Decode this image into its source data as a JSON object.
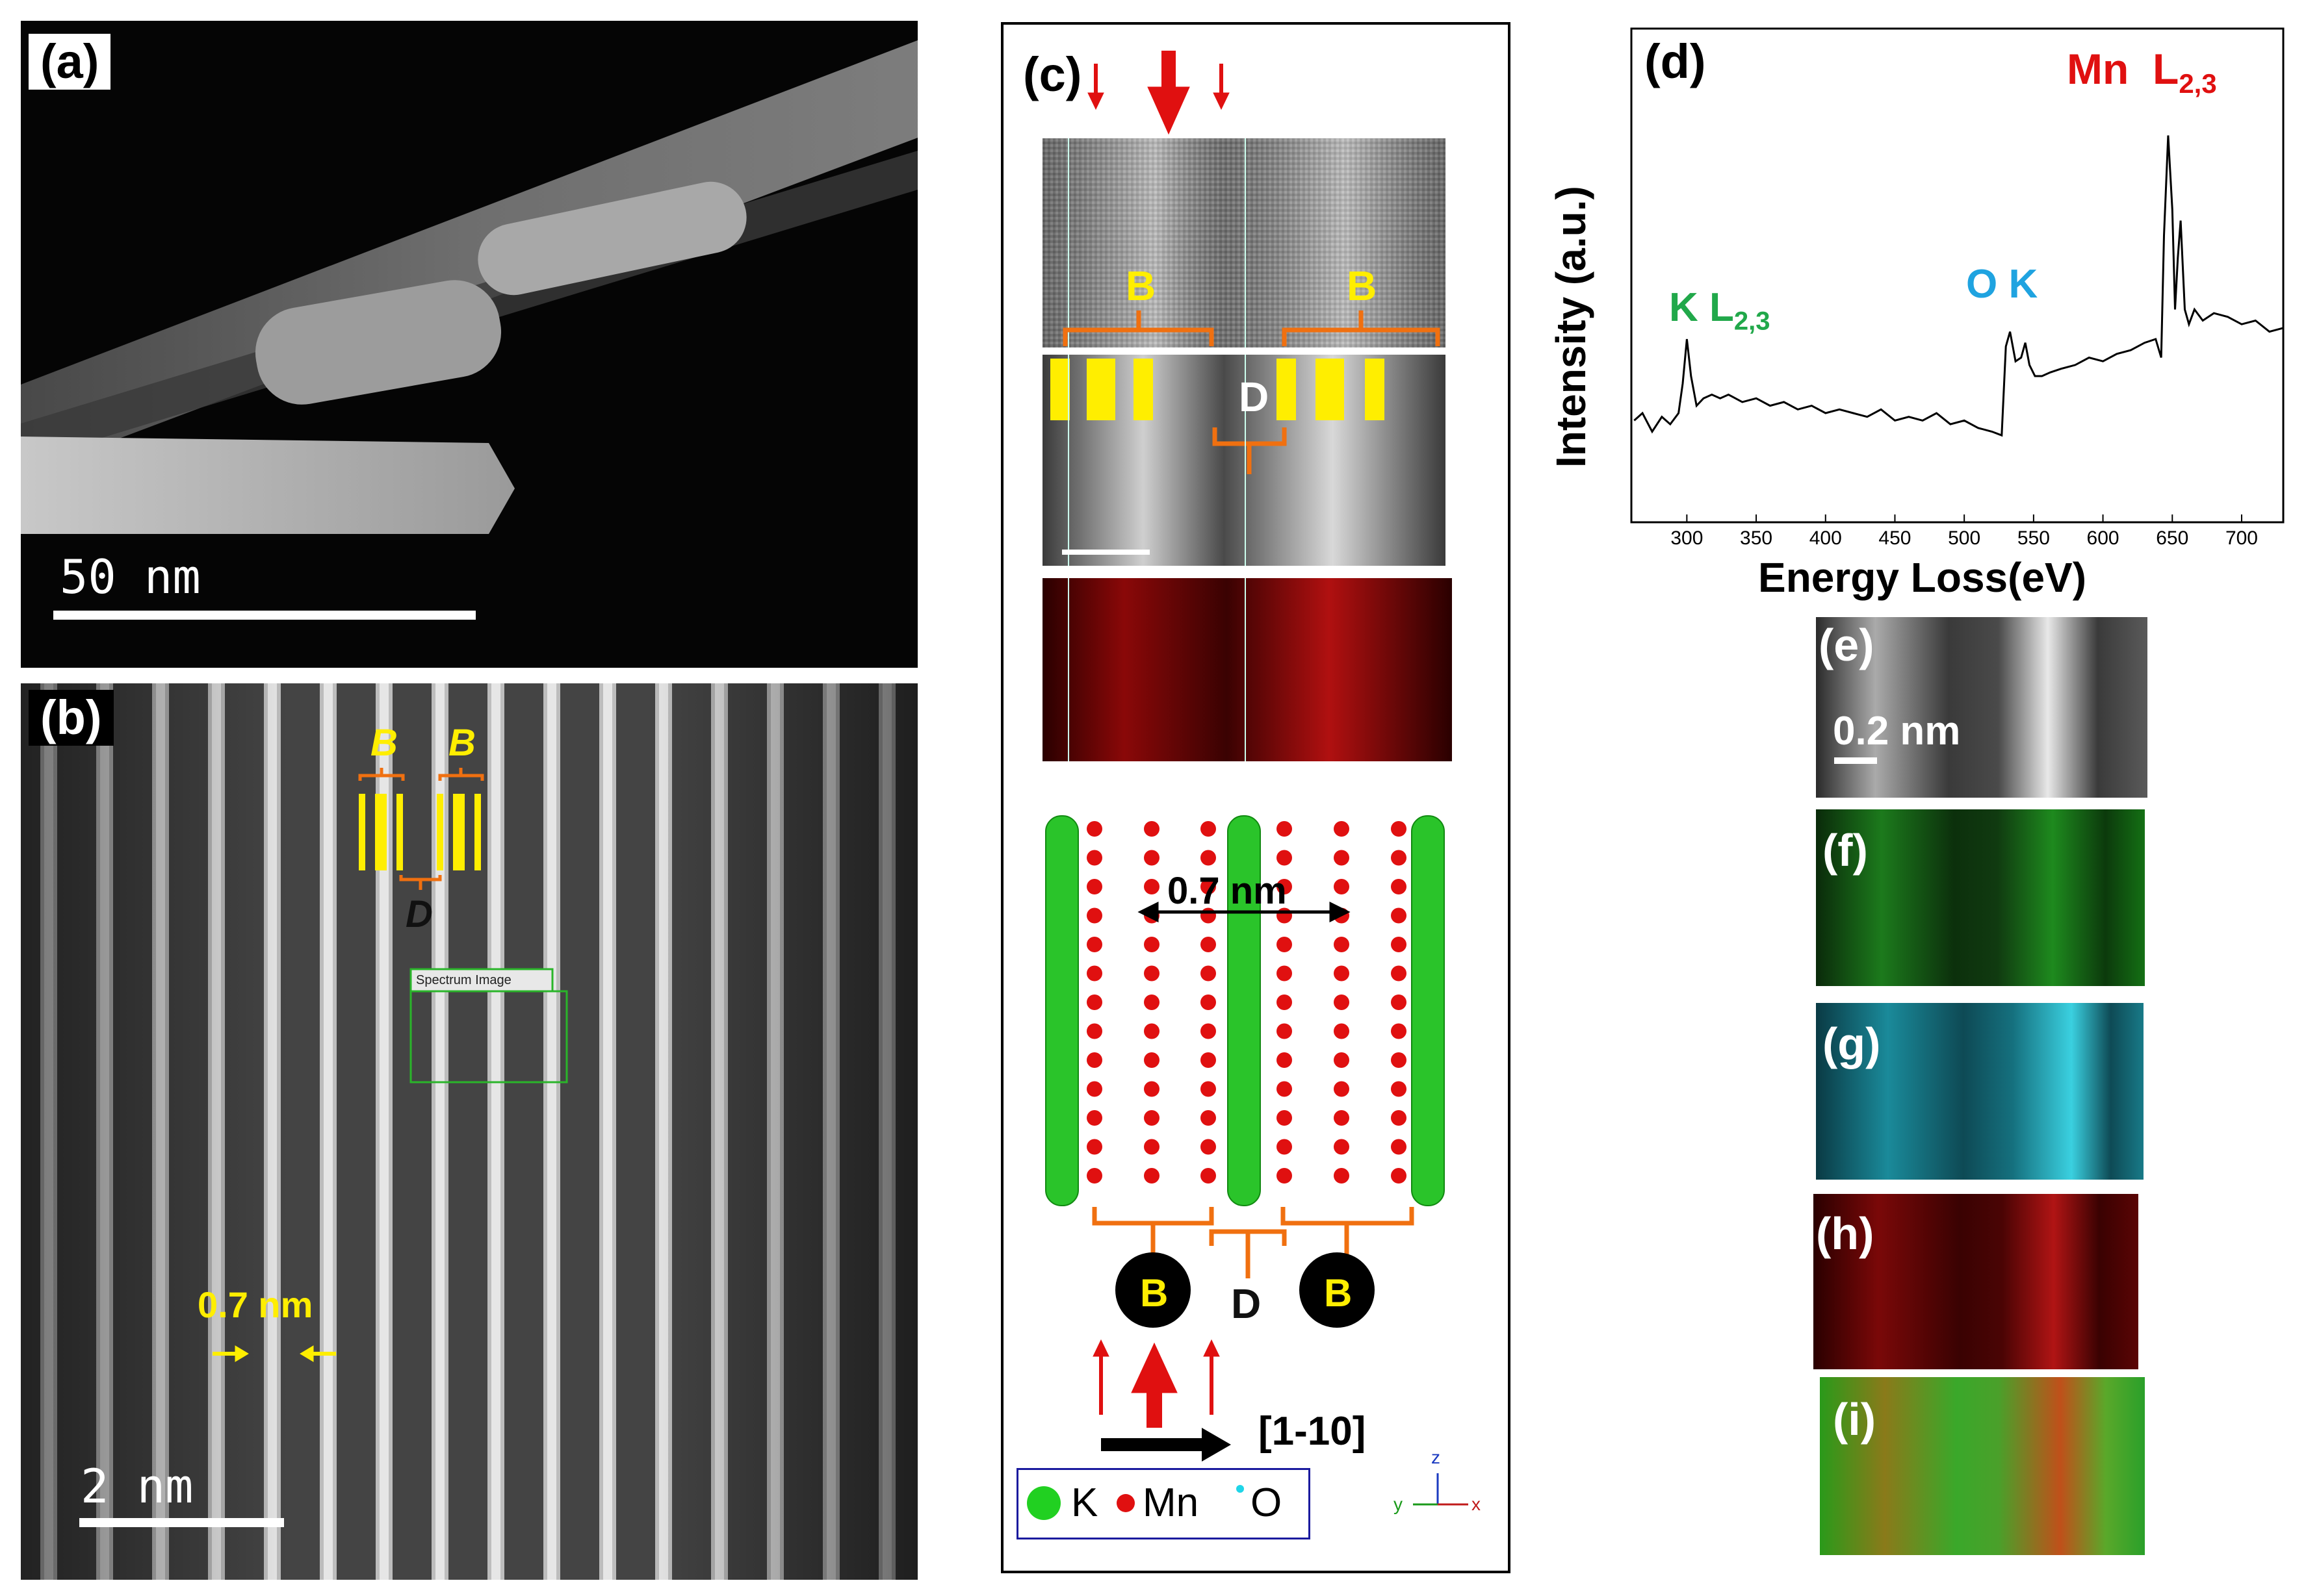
{
  "panels": {
    "a": {
      "label": "(a)",
      "scale_text": "50 nm"
    },
    "b": {
      "label": "(b)",
      "scale_text": "2 nm",
      "spacing_label": "0.7 nm",
      "b_labels": [
        "B",
        "B"
      ],
      "d_label": "D",
      "spectrum_image_label": "Spectrum Image"
    },
    "c": {
      "label": "(c)",
      "b_labels": [
        "B",
        "B"
      ],
      "d_label": "D",
      "spacing_label": "0.7 nm",
      "bottom_b_labels": [
        "B",
        "B"
      ],
      "bottom_d_label": "D",
      "direction_label": "[1-10]",
      "legend": {
        "k": "K",
        "mn": "Mn",
        "o": "O"
      },
      "axes": {
        "z": "z",
        "y": "y",
        "x": "x"
      }
    },
    "d": {
      "label": "(d)"
    },
    "e": {
      "label": "(e)",
      "scale_text": "0.2 nm"
    },
    "f": {
      "label": "(f)"
    },
    "g": {
      "label": "(g)"
    },
    "h": {
      "label": "(h)"
    },
    "i": {
      "label": "(i)"
    }
  },
  "colors": {
    "k": "#21b521",
    "mn": "#e01010",
    "o": "#1fb6e8",
    "yellow": "#ffee00",
    "orange": "#f07010"
  },
  "chart_data": {
    "type": "line",
    "title": "",
    "xlabel": "Energy Loss(eV)",
    "ylabel": "Intensity (a.u.)",
    "xlim": [
      260,
      730
    ],
    "ylim": [
      0,
      1
    ],
    "xticks": [
      300,
      350,
      400,
      450,
      500,
      550,
      600,
      650,
      700
    ],
    "annotations": [
      {
        "text": "K",
        "sub": "L",
        "subscript": "2,3",
        "color": "#21a84a",
        "x": 300
      },
      {
        "text": "O K",
        "color": "#1fa3e0",
        "x": 540
      },
      {
        "text": "Mn",
        "sub": "L",
        "subscript": "2,3",
        "color": "#e01010",
        "x": 655
      }
    ],
    "series": [
      {
        "x": [
          262,
          268,
          275,
          282,
          288,
          294,
          297,
          300,
          303,
          307,
          312,
          318,
          324,
          330,
          340,
          350,
          360,
          370,
          380,
          390,
          400,
          410,
          420,
          430,
          440,
          450,
          460,
          470,
          480,
          490,
          500,
          510,
          520,
          527,
          530,
          533,
          537,
          541,
          544,
          547,
          551,
          556,
          562,
          570,
          580,
          590,
          600,
          610,
          620,
          630,
          638,
          642,
          644,
          647,
          650,
          652,
          654,
          656,
          659,
          662,
          666,
          672,
          680,
          690,
          700,
          710,
          720,
          730
        ],
        "y": [
          0.18,
          0.2,
          0.15,
          0.19,
          0.17,
          0.2,
          0.28,
          0.4,
          0.3,
          0.22,
          0.24,
          0.25,
          0.24,
          0.25,
          0.23,
          0.24,
          0.22,
          0.23,
          0.21,
          0.22,
          0.2,
          0.21,
          0.2,
          0.19,
          0.21,
          0.18,
          0.19,
          0.18,
          0.2,
          0.17,
          0.18,
          0.16,
          0.15,
          0.14,
          0.38,
          0.42,
          0.34,
          0.35,
          0.39,
          0.33,
          0.3,
          0.3,
          0.31,
          0.32,
          0.33,
          0.35,
          0.34,
          0.36,
          0.37,
          0.39,
          0.4,
          0.35,
          0.68,
          0.95,
          0.75,
          0.48,
          0.62,
          0.72,
          0.48,
          0.44,
          0.48,
          0.45,
          0.47,
          0.46,
          0.44,
          0.45,
          0.42,
          0.43
        ]
      }
    ]
  }
}
